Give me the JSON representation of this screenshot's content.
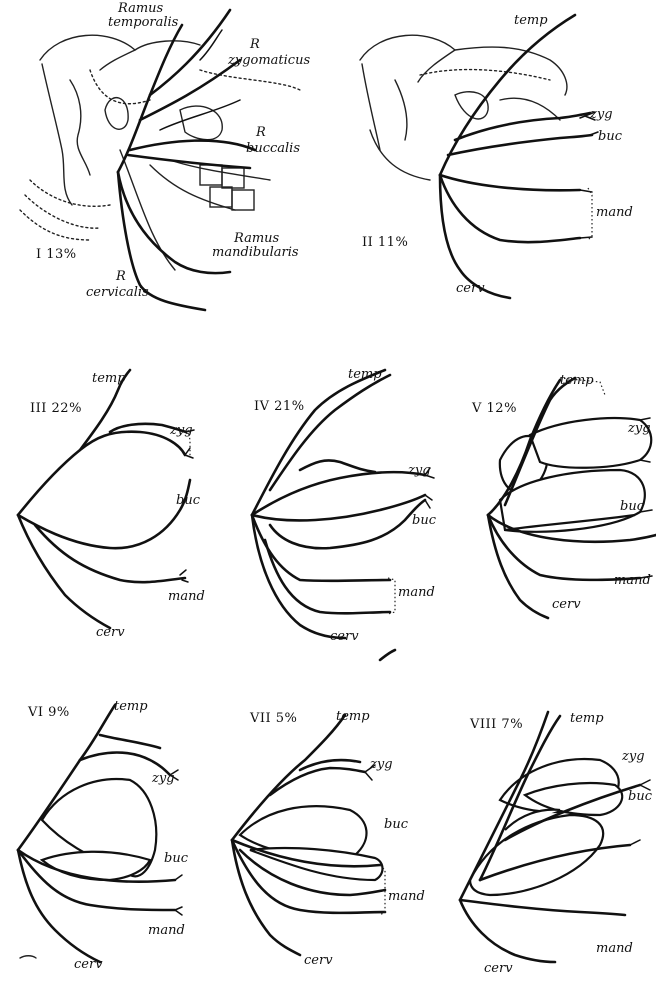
{
  "panels": [
    {
      "id": "I",
      "title": "I 13%",
      "labels": {
        "temporal": "Ramus temporalis",
        "temporal_line1": "Ramus",
        "temporal_line2": "temporalis",
        "zygomatic_line1": "R",
        "zygomatic_line2": "zygomaticus",
        "buccal_line1": "R",
        "buccal_line2": "buccalis",
        "mandibular_line1": "Ramus",
        "mandibular_line2": "mandibularis",
        "cervical_line1": "R",
        "cervical_line2": "cervicalis"
      }
    },
    {
      "id": "II",
      "title": "II 11%",
      "labels": {
        "temp": "temp",
        "zyg": "zyg",
        "buc": "buc",
        "mand": "mand",
        "cerv": "cerv"
      }
    },
    {
      "id": "III",
      "title": "III 22%",
      "labels": {
        "temp": "temp",
        "zyg": "zyg",
        "buc": "buc",
        "mand": "mand",
        "cerv": "cerv"
      }
    },
    {
      "id": "IV",
      "title": "IV 21%",
      "labels": {
        "temp": "temp",
        "zyg": "zyg",
        "buc": "buc",
        "mand": "mand",
        "cerv": "cerv"
      }
    },
    {
      "id": "V",
      "title": "V 12%",
      "labels": {
        "temp": "temp",
        "zyg": "zyg",
        "buc": "buc",
        "mand": "mand",
        "cerv": "cerv"
      }
    },
    {
      "id": "VI",
      "title": "VI 9%",
      "labels": {
        "temp": "temp",
        "zyg": "zyg",
        "buc": "buc",
        "mand": "mand",
        "cerv": "cerv"
      }
    },
    {
      "id": "VII",
      "title": "VII 5%",
      "labels": {
        "temp": "temp",
        "zyg": "zyg",
        "buc": "buc",
        "mand": "mand",
        "cerv": "cerv"
      }
    },
    {
      "id": "VIII",
      "title": "VIII 7%",
      "labels": {
        "temp": "temp",
        "zyg": "zyg",
        "buc": "buc",
        "mand": "mand",
        "cerv": "cerv"
      }
    }
  ],
  "colors": {
    "ink": "#111111",
    "paper": "#ffffff"
  }
}
